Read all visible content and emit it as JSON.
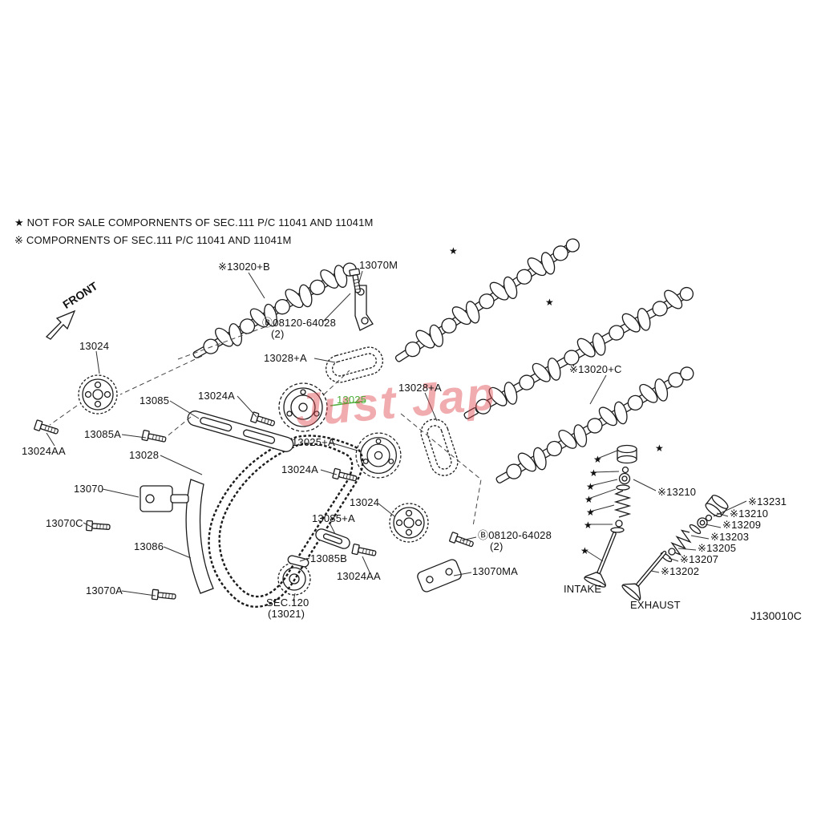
{
  "page": {
    "drawing_code": "J130010C"
  },
  "notes": {
    "line1": "★ NOT FOR SALE COMPORNENTS OF SEC.111 P/C 11041 AND 11041M",
    "line2": "※ COMPORNENTS OF SEC.111 P/C 11041 AND 11041M"
  },
  "front_label": "FRONT",
  "watermark": "Just Jap",
  "star": "★",
  "colors": {
    "line": "#1a1a1a",
    "highlight": "#4caf38",
    "watermark": "#e0484f"
  },
  "labels": {
    "cam_b": {
      "text": "※13020+B"
    },
    "p13070M": {
      "text": "13070M"
    },
    "bolt_top": {
      "text": "Ⓑ08120-64028"
    },
    "bolt_top_qty": {
      "text": "(2)"
    },
    "p13028A_1": {
      "text": "13028+A"
    },
    "p13024_1": {
      "text": "13024"
    },
    "p13085": {
      "text": "13085"
    },
    "p13024A_1": {
      "text": "13024A"
    },
    "p13025": {
      "text": "13025"
    },
    "p13028A_2": {
      "text": "13028+A"
    },
    "p13085A": {
      "text": "13085A"
    },
    "p13024AA_1": {
      "text": "13024AA"
    },
    "p13028": {
      "text": "13028"
    },
    "p13025A": {
      "text": "13025+A"
    },
    "p13024A_2": {
      "text": "13024A"
    },
    "p13070": {
      "text": "13070"
    },
    "p13070C": {
      "text": "13070C"
    },
    "p13086": {
      "text": "13086"
    },
    "p13085pA": {
      "text": "13085+A"
    },
    "p13024_2": {
      "text": "13024"
    },
    "p13085B": {
      "text": "13085B"
    },
    "p13024AA_2": {
      "text": "13024AA"
    },
    "p13070A": {
      "text": "13070A"
    },
    "sec120": {
      "text": "SEC.120"
    },
    "sec120b": {
      "text": "(13021)"
    },
    "bolt_bot": {
      "text": "Ⓑ08120-64028"
    },
    "bolt_bot_qty": {
      "text": "(2)"
    },
    "p13070MA": {
      "text": "13070MA"
    },
    "cam_c": {
      "text": "※13020+C"
    },
    "p13210_1": {
      "text": "※13210"
    },
    "p13231": {
      "text": "※13231"
    },
    "p13210_2": {
      "text": "※13210"
    },
    "p13209": {
      "text": "※13209"
    },
    "p13203": {
      "text": "※13203"
    },
    "p13205": {
      "text": "※13205"
    },
    "p13207": {
      "text": "※13207"
    },
    "p13202": {
      "text": "※13202"
    },
    "intake": {
      "text": "INTAKE"
    },
    "exhaust": {
      "text": "EXHAUST"
    }
  }
}
